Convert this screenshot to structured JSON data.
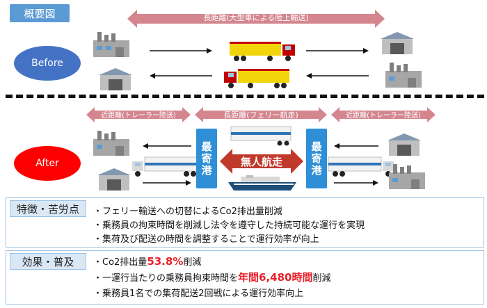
{
  "overview_label": "概要図",
  "before": {
    "label": "Before",
    "long_distance_label": "長距離(大型車による陸上輸送)"
  },
  "after": {
    "label": "After",
    "short_left_label": "近距離(トレーラー陸送)",
    "long_label": "長距離(フェリー航走)",
    "short_right_label": "近距離(トレーラー陸送)",
    "port_left": "最寄港",
    "port_right": "最寄港",
    "unmanned_label": "無人航走"
  },
  "features": {
    "label": "特徴・苦労点",
    "lines": [
      "・フェリー輸送への切替によるCo2排出量削減",
      "・乗務員の拘束時間を削減し法令を遵守した持続可能な運行を実現",
      "・集荷及び配送の時間を調整することで運行効率が向上"
    ]
  },
  "effects": {
    "label": "効果・普及",
    "line1_prefix": "・Co2排出量",
    "line1_highlight": "53.8%",
    "line1_suffix": "削減",
    "line2_prefix": "・一運行当たりの乗務員拘束時間を",
    "line2_highlight": "年間6,480時間",
    "line2_suffix": "削減",
    "line3": "・乗務員1名での集荷配送2回戦による運行効率向上"
  },
  "colors": {
    "tag_blue": "#5b9bd5",
    "pink_arrow": "#d4868f",
    "port_blue": "#2e8fd6",
    "before_oval": "#4472c4",
    "after_oval": "#ff0000",
    "unmanned_arrow": "#c0392b",
    "highlight_red": "#e8202a"
  }
}
